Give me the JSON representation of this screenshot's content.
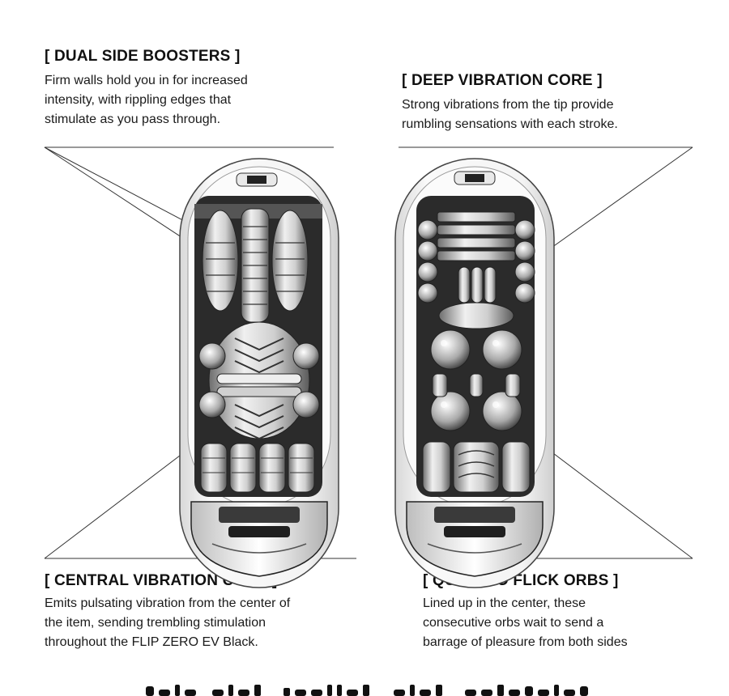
{
  "callouts": {
    "dual_side_boosters": {
      "title": "[ DUAL SIDE BOOSTERS ]",
      "lines": [
        "Firm walls hold you in for increased",
        "intensity, with rippling edges that",
        "stimulate as you pass through."
      ]
    },
    "deep_vibration_core": {
      "title": "[ DEEP VIBRATION CORE ]",
      "lines": [
        "Strong vibrations from the tip provide",
        "rumbling sensations with each stroke."
      ]
    },
    "central_vibration_core": {
      "title": "[ CENTRAL VIBRATION CORE ]",
      "lines": [
        "Emits pulsating vibration from the center of",
        "the item, sending trembling stimulation",
        "throughout the FLIP ZERO EV Black."
      ]
    },
    "quattro_flick_orbs": {
      "title": "[ QUATTRO FLICK ORBS ]",
      "lines": [
        "Lined up in the center, these",
        "consecutive orbs wait to send a",
        "barrage of pleasure from both sides"
      ]
    }
  },
  "colors": {
    "text": "#111111",
    "line": "#333333",
    "shell": "#f2f2f2",
    "shade": "#8a8a8a",
    "dark": "#2a2a2a"
  }
}
